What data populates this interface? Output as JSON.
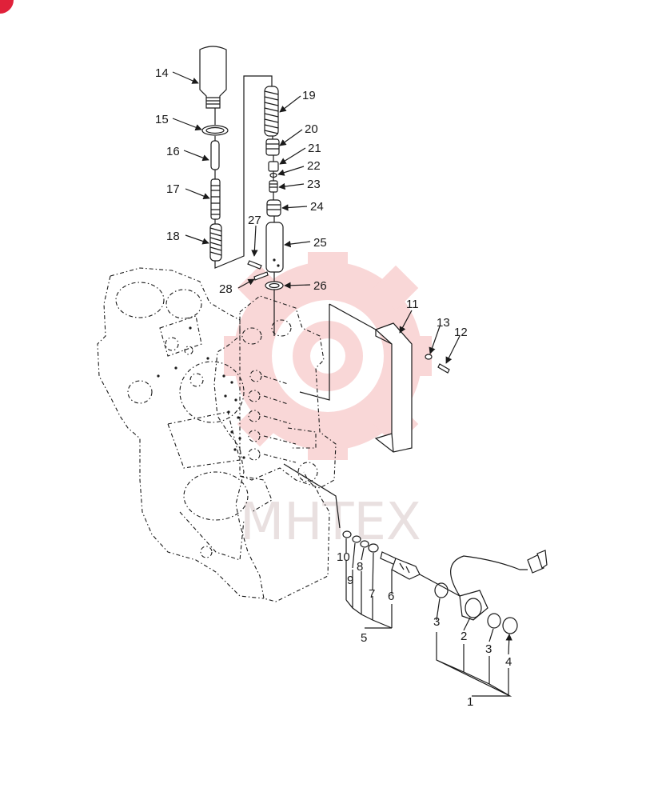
{
  "watermark": {
    "text": "MHTEX",
    "color": "#f2a7a7"
  },
  "corner_marker": {
    "color": "#e0213a"
  },
  "callouts": [
    {
      "id": "c14",
      "label": "14"
    },
    {
      "id": "c15",
      "label": "15"
    },
    {
      "id": "c16",
      "label": "16"
    },
    {
      "id": "c17",
      "label": "17"
    },
    {
      "id": "c18",
      "label": "18"
    },
    {
      "id": "c19",
      "label": "19"
    },
    {
      "id": "c20",
      "label": "20"
    },
    {
      "id": "c21",
      "label": "21"
    },
    {
      "id": "c22",
      "label": "22"
    },
    {
      "id": "c23",
      "label": "23"
    },
    {
      "id": "c24",
      "label": "24"
    },
    {
      "id": "c25",
      "label": "25"
    },
    {
      "id": "c26",
      "label": "26"
    },
    {
      "id": "c27",
      "label": "27"
    },
    {
      "id": "c28",
      "label": "28"
    },
    {
      "id": "c11",
      "label": "11"
    },
    {
      "id": "c12",
      "label": "12"
    },
    {
      "id": "c13",
      "label": "13"
    },
    {
      "id": "c10",
      "label": "10"
    },
    {
      "id": "c9",
      "label": "9"
    },
    {
      "id": "c8",
      "label": "8"
    },
    {
      "id": "c7",
      "label": "7"
    },
    {
      "id": "c6",
      "label": "6"
    },
    {
      "id": "c5",
      "label": "5"
    },
    {
      "id": "c3a",
      "label": "3"
    },
    {
      "id": "c2",
      "label": "2"
    },
    {
      "id": "c3b",
      "label": "3"
    },
    {
      "id": "c4",
      "label": "4"
    },
    {
      "id": "c1",
      "label": "1"
    }
  ]
}
